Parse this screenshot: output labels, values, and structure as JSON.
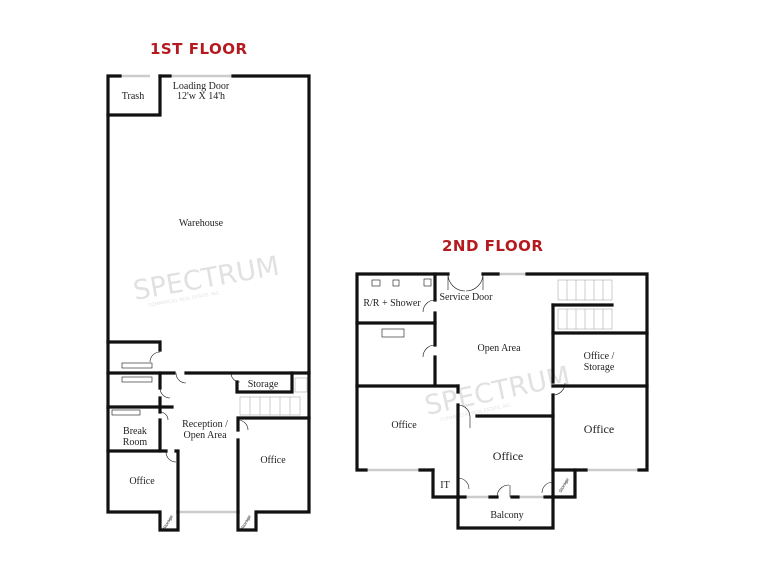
{
  "floor1": {
    "title": "1ST FLOOR",
    "rooms": {
      "trash": "Trash",
      "loading_door_line1": "Loading Door",
      "loading_door_line2": "12'w X 14'h",
      "warehouse": "Warehouse",
      "storage": "Storage",
      "reception_line1": "Reception /",
      "reception_line2": "Open Area",
      "break_line1": "Break",
      "break_line2": "Room",
      "office_left": "Office",
      "office_right": "Office",
      "storage_small": "Storage"
    }
  },
  "floor2": {
    "title": "2ND FLOOR",
    "rooms": {
      "restroom": "R/R + Shower",
      "service_door": "Service Door",
      "open_area": "Open Area",
      "office_storage_line1": "Office /",
      "office_storage_line2": "Storage",
      "office_left": "Office",
      "office_center": "Office",
      "office_right": "Office",
      "it": "IT",
      "balcony": "Balcony",
      "storage_small": "Storage"
    }
  },
  "watermark": {
    "brand": "SPECTRUM",
    "tagline": "COMMERCIAL REAL ESTATE, INC."
  },
  "colors": {
    "title": "#b51a1f",
    "walls": "#111111"
  }
}
